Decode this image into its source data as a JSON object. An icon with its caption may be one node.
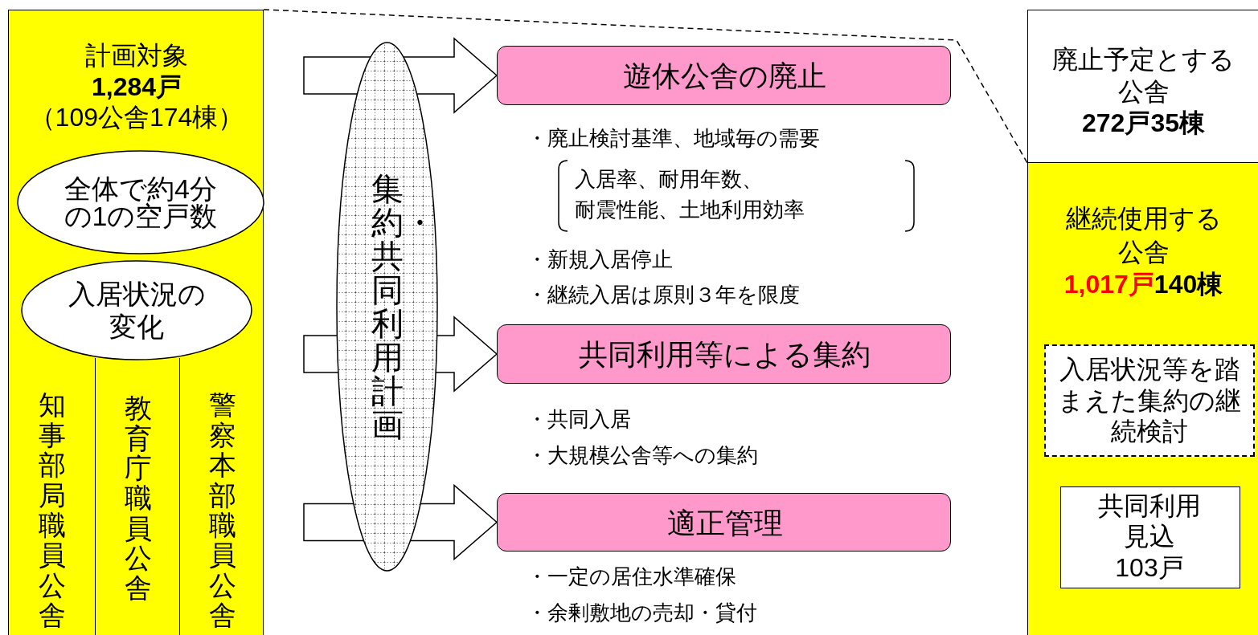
{
  "diagram": {
    "nodes": [
      {
        "text": [
          "計画対象",
          "1,284戸",
          "（109公舎174棟）"
        ]
      },
      {
        "text": [
          "全体で約4分の1の空戸数"
        ],
        "in": 0
      },
      {
        "text": [
          "入居状況の変化"
        ],
        "in": 0
      },
      {
        "text": [
          "知事部局職員公舎"
        ],
        "in": 0
      },
      {
        "text": [
          "教育庁職員公舎"
        ],
        "in": 0
      },
      {
        "text": [
          "警察本部職員公舎"
        ],
        "in": 0
      },
      {
        "text": [
          "集約・共同利用計画"
        ]
      },
      {
        "text": [
          "遊休公舎の廃止"
        ],
        "beside": [
          "・廃止検討基準、地域毎の需要",
          "入居率、耐用年数、耐震性能、土地利用効率",
          "・新規入居停止",
          "・継続入居は原則３年を限度"
        ]
      },
      {
        "text": [
          "共同利用等による集約"
        ],
        "beside": [
          "・共同入居",
          "・大規模公舎等への集約"
        ]
      },
      {
        "text": [
          "適正管理"
        ],
        "beside": [
          "・一定の居住水準確保",
          "・余剰敷地の売却・貸付"
        ]
      },
      {
        "text": [
          "廃止予定とする公舎",
          "272戸35棟"
        ]
      },
      {
        "text": [
          "継続使用する公舎",
          "1,017戸",
          "140棟"
        ]
      },
      {
        "text": [
          "入居状況等を踏まえた集約の継続検討"
        ],
        "in": 11
      },
      {
        "text": [
          "共同利用見込",
          "103戸"
        ],
        "in": 11
      }
    ],
    "edges": [
      {
        "from": 0,
        "to": 10,
        "arrow": "none",
        "style": "dashed"
      },
      {
        "from": null,
        "to": 7,
        "arrow": "to"
      },
      {
        "from": null,
        "to": 8,
        "arrow": "to"
      },
      {
        "from": null,
        "to": 9,
        "arrow": "to"
      }
    ]
  }
}
